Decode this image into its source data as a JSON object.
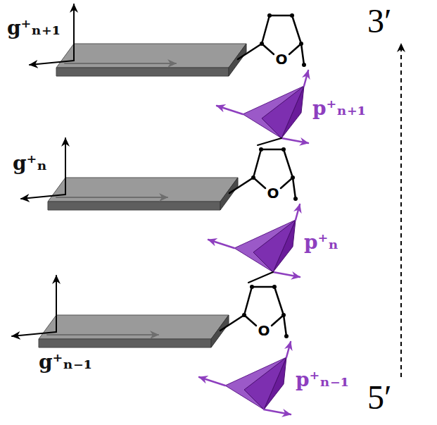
{
  "diagram": {
    "labels": [
      "g⁺ₙ₊₁",
      "O",
      "p⁺ₙ₊₁",
      "g⁺ₙ",
      "O",
      "p⁺ₙ",
      "g⁺ₙ₋₁",
      "O",
      "p⁺ₙ₋₁",
      "3′",
      "5′"
    ]
  }
}
